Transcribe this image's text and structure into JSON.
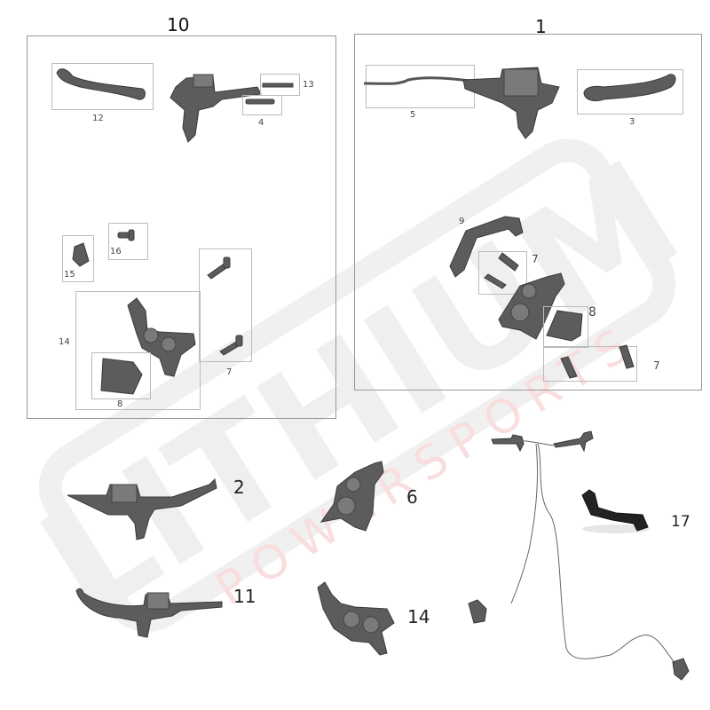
{
  "watermark": {
    "brand": "LITHIUM",
    "sub": "POWERSPORTS",
    "brand_color": "#ececec",
    "sub_color": "#f7dcdc"
  },
  "groups": [
    {
      "id": "10",
      "title": "10",
      "parts": [
        {
          "ref": "12",
          "name": "brake-lever"
        },
        {
          "ref": "13",
          "name": "pushrod"
        },
        {
          "ref": "4",
          "name": "pin"
        },
        {
          "ref": "16",
          "name": "bolt"
        },
        {
          "ref": "15",
          "name": "clamp"
        },
        {
          "ref": "14",
          "name": "caliper"
        },
        {
          "ref": "7",
          "name": "caliper-bolts"
        },
        {
          "ref": "8",
          "name": "brake-pad"
        }
      ]
    },
    {
      "id": "1",
      "title": "1",
      "parts": [
        {
          "ref": "5",
          "name": "brake-hose"
        },
        {
          "ref": "3",
          "name": "brake-lever"
        },
        {
          "ref": "9",
          "name": "caliper-bracket"
        },
        {
          "ref": "7",
          "name": "caliper-bolts-upper"
        },
        {
          "ref": "8",
          "name": "brake-pad"
        },
        {
          "ref": "7",
          "name": "caliper-bolts-lower"
        }
      ]
    }
  ],
  "loose_parts": [
    {
      "ref": "2",
      "name": "master-cylinder-right"
    },
    {
      "ref": "6",
      "name": "caliper-front"
    },
    {
      "ref": "11",
      "name": "master-cylinder-left"
    },
    {
      "ref": "14",
      "name": "caliper-rear"
    },
    {
      "ref": "17",
      "name": "caliper-adapter-bracket"
    }
  ]
}
